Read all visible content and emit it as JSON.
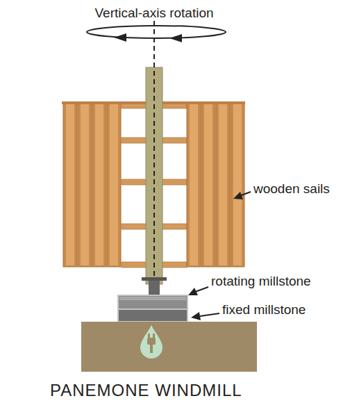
{
  "diagram": {
    "title": "PANEMONE WINDMILL",
    "labels": [
      "Vertical-axis rotation",
      "wooden sails",
      "rotating millstone",
      "fixed millstone"
    ]
  }
}
